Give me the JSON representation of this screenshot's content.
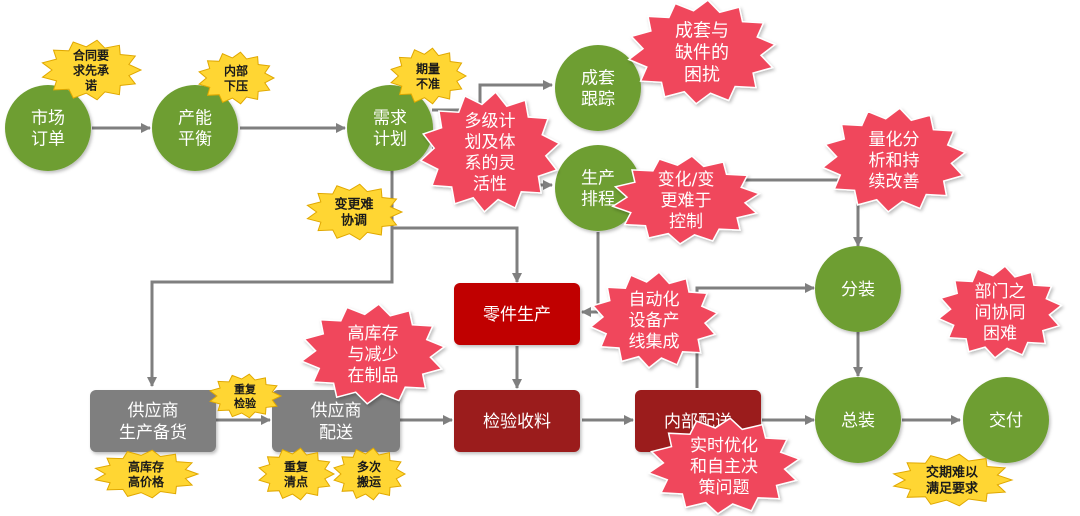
{
  "nodes": {
    "market_order": [
      "市场",
      "订单"
    ],
    "capacity_balance": [
      "产能",
      "平衡"
    ],
    "demand_plan": [
      "需求",
      "计划"
    ],
    "kit_tracking": [
      "成套",
      "跟踪"
    ],
    "production_schedule": [
      "生产",
      "排程"
    ],
    "subassembly": [
      "分装"
    ],
    "final_assembly": [
      "总装"
    ],
    "delivery": [
      "交付"
    ],
    "parts_production": [
      "零件生产"
    ],
    "inspection_receiving": [
      "检验收料"
    ],
    "internal_distribution": [
      "内部配送"
    ],
    "supplier_stock": [
      "供应商",
      "生产备货"
    ],
    "supplier_delivery": [
      "供应商",
      "配送"
    ]
  },
  "issues_yellow": {
    "contract_first": [
      "合同要",
      "求先承",
      "诺"
    ],
    "internal_pressure": [
      "内部",
      "下压"
    ],
    "inaccurate_quantity": [
      "期量",
      "不准"
    ],
    "hard_change": [
      "变更难",
      "协调"
    ],
    "repeat_inspection": [
      "重复",
      "检验"
    ],
    "high_inventory_price": [
      "高库存",
      "高价格"
    ],
    "repeat_counting": [
      "重复",
      "清点"
    ],
    "multiple_handling": [
      "多次",
      "搬运"
    ],
    "delivery_requirements": [
      "交期难以",
      "满足要求"
    ]
  },
  "issues_red": {
    "kitting_shortage": [
      "成套与",
      "缺件的",
      "困扰"
    ],
    "multilevel_planning": [
      "多级计",
      "划及体",
      "系的灵",
      "活性"
    ],
    "change_control": [
      "变化/变",
      "更难于",
      "控制"
    ],
    "quantified_improvement": [
      "量化分",
      "析和持",
      "续改善"
    ],
    "automation_integration": [
      "自动化",
      "设备产",
      "线集成"
    ],
    "high_inventory_wip": [
      "高库存",
      "与减少",
      "在制品"
    ],
    "dept_collaboration": [
      "部门之",
      "间协同",
      "困难"
    ],
    "realtime_optimization": [
      "实时优化",
      "和自主决",
      "策问题"
    ]
  },
  "colors": {
    "green_node": "#6e9e32",
    "red_box": "#c00000",
    "dark_red_box": "#9b1b1b",
    "gray_box": "#7f7f7f",
    "burst_red": "#f0475c",
    "burst_yellow": "#ffd633",
    "arrow": "#7f7f7f"
  }
}
